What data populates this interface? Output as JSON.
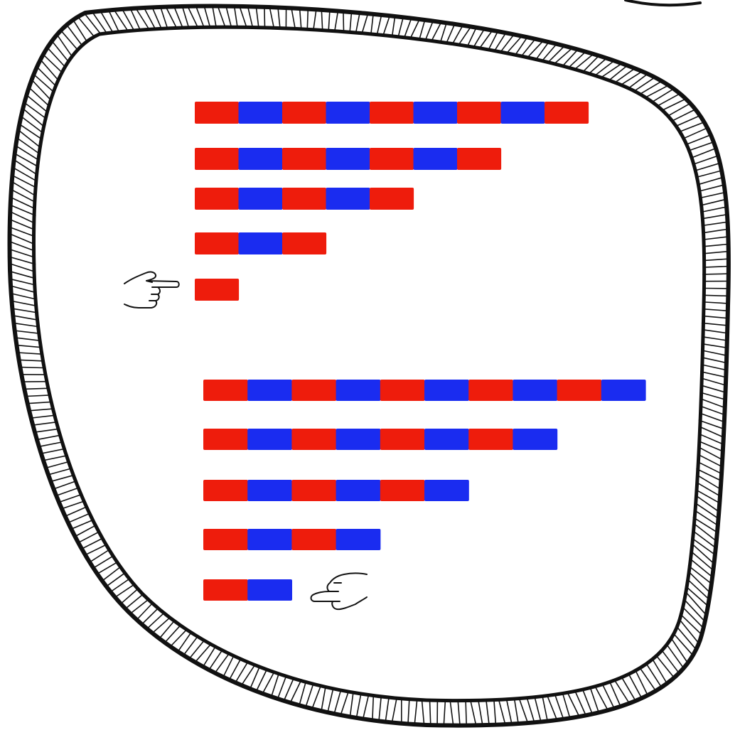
{
  "colors": {
    "red": "#ee1c0c",
    "blue": "#1a2cf0",
    "ink": "#111111",
    "paper": "#ffffff"
  },
  "rows_top": [
    [
      "red",
      "blue",
      "red",
      "blue",
      "red",
      "blue",
      "red",
      "blue",
      "red"
    ],
    [
      "red",
      "blue",
      "red",
      "blue",
      "red",
      "blue",
      "red"
    ],
    [
      "red",
      "blue",
      "red",
      "blue",
      "red"
    ],
    [
      "red",
      "blue",
      "red"
    ],
    [
      "red"
    ]
  ],
  "rows_bottom": [
    [
      "red",
      "blue",
      "red",
      "blue",
      "red",
      "blue",
      "red",
      "blue",
      "red",
      "blue"
    ],
    [
      "red",
      "blue",
      "red",
      "blue",
      "red",
      "blue",
      "red",
      "blue"
    ],
    [
      "red",
      "blue",
      "red",
      "blue",
      "red",
      "blue"
    ],
    [
      "red",
      "blue",
      "red",
      "blue"
    ],
    [
      "red",
      "blue"
    ]
  ],
  "icons": {
    "pointer_top": "pointing-hand-right-icon",
    "pointer_bottom": "pointing-hand-left-icon"
  }
}
